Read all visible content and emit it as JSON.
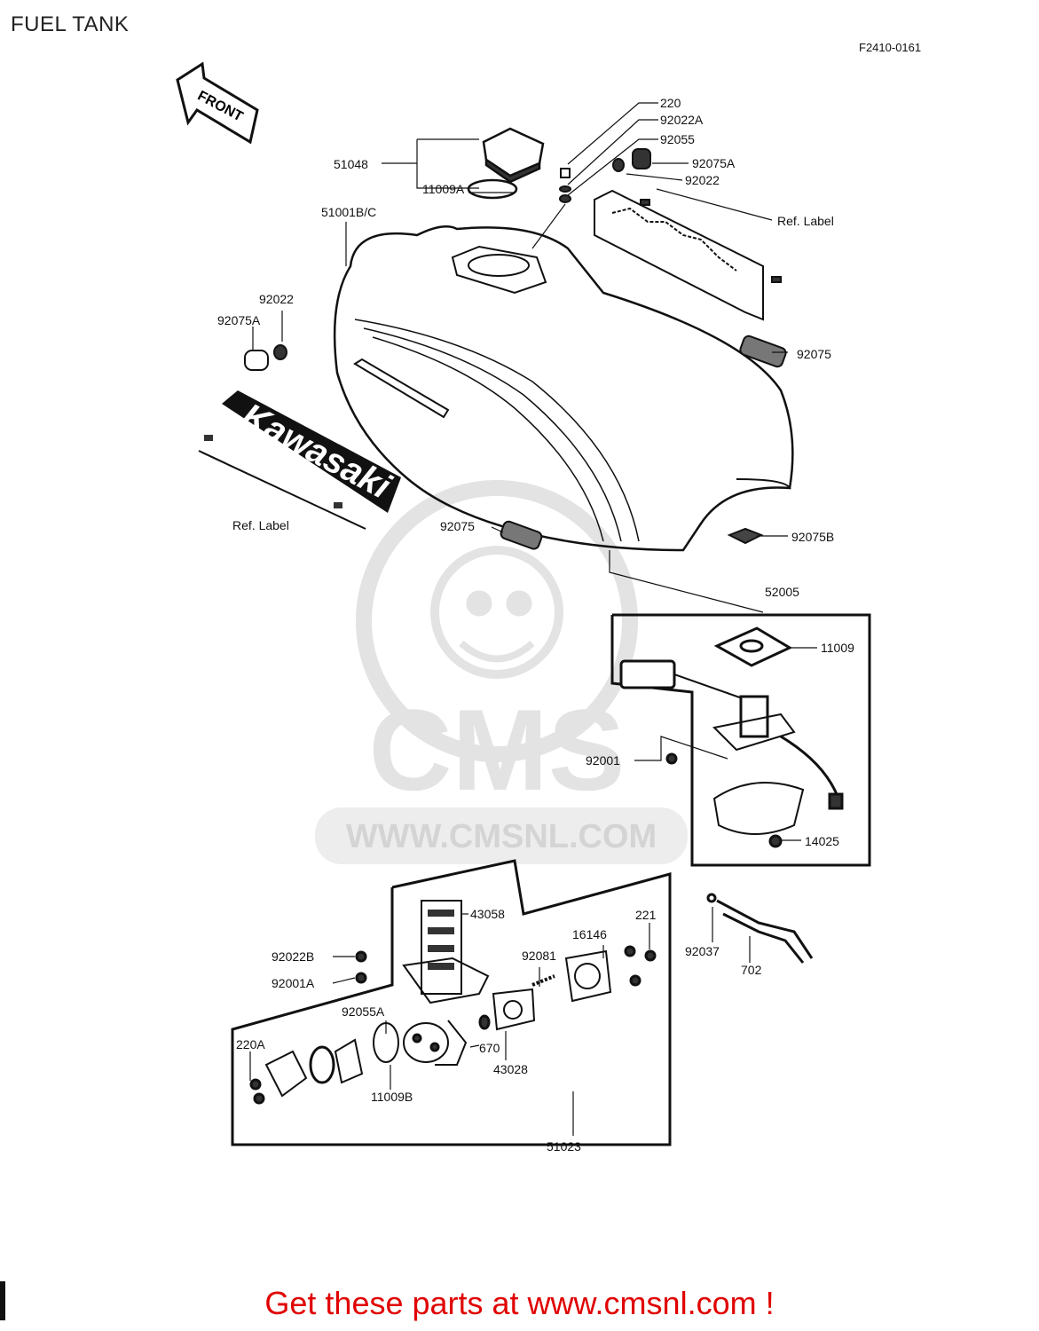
{
  "header": {
    "title": "FUEL TANK",
    "figure_code": "F2410-0161"
  },
  "diagram": {
    "front_arrow": "FRONT",
    "brand_decal": "Kawasaki",
    "watermark": {
      "logo": "CMS",
      "url": "WWW.CMSNL.COM"
    },
    "callouts": {
      "c220": "220",
      "c92022A": "92022A",
      "c92055": "92055",
      "c92075A_top": "92075A",
      "c92022_top": "92022",
      "c51048": "51048",
      "c11009A": "11009A",
      "c51001": "51001B/C",
      "ref_label_top": "Ref.  Label",
      "c92022_left": "92022",
      "c92075A_left": "92075A",
      "c92075_right": "92075",
      "ref_label_left": "Ref.  Label",
      "c92075_bottom": "92075",
      "c92075B": "92075B",
      "c52005": "52005",
      "c11009": "11009",
      "c92001": "92001",
      "c14025": "14025",
      "c43058": "43058",
      "c221": "221",
      "c16146": "16146",
      "c92022B": "92022B",
      "c92081": "92081",
      "c92037": "92037",
      "c92001A": "92001A",
      "c702": "702",
      "c92055A": "92055A",
      "c670": "670",
      "c220A": "220A",
      "c43028": "43028",
      "c11009B": "11009B",
      "c51023": "51023"
    }
  },
  "footer": {
    "cta": "Get these parts at www.cmsnl.com !"
  },
  "colors": {
    "footer_text": "#e00000",
    "line_art": "#111111",
    "watermark": "#e3e3e3"
  }
}
